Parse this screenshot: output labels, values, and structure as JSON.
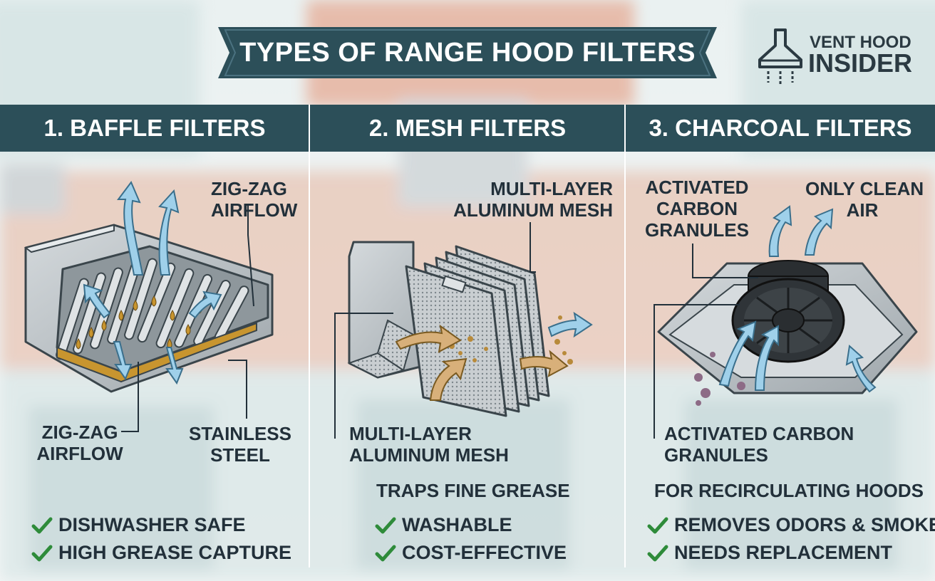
{
  "title": "TYPES OF RANGE HOOD FILTERS",
  "brand": {
    "line1": "VENT HOOD",
    "line2": "INSIDER"
  },
  "columns": [
    {
      "header": "1. BAFFLE FILTERS",
      "labels": {
        "top_right": "ZIG-ZAG\nAIRFLOW",
        "bottom_left": "ZIG-ZAG\nAIRFLOW",
        "bottom_right": "STAINLESS\nSTEEL"
      },
      "features": [
        "DISHWASHER SAFE",
        "HIGH GREASE CAPTURE"
      ]
    },
    {
      "header": "2. MESH FILTERS",
      "labels": {
        "top_right": "MULTI-LAYER\nALUMINUM MESH",
        "bottom_left": "MULTI-LAYER\nALUMINUM MESH"
      },
      "subtitle": "TRAPS FINE GREASE",
      "features": [
        "WASHABLE",
        "COST-EFFECTIVE"
      ]
    },
    {
      "header": "3. CHARCOAL FILTERS",
      "labels": {
        "top_left": "ACTIVATED\nCARBON\nGRANULES",
        "top_right": "ONLY CLEAN\nAIR",
        "bottom_left": "ACTIVATED CARBON\nGRANULES"
      },
      "subtitle": "FOR RECIRCULATING HOODS",
      "features": [
        "REMOVES ODORS & SMOKE",
        "NEEDS REPLACEMENT"
      ]
    }
  ],
  "colors": {
    "header_bg": "#2c4f59",
    "text": "#22303a",
    "check": "#2e8b3a",
    "airflow": "#9fd0ea",
    "grease": "#c8952f",
    "steel": "#b9bfc4"
  },
  "icons": [
    "range-hood-logo-icon",
    "check-icon",
    "airflow-arrow-icon",
    "grease-drop-icon"
  ]
}
